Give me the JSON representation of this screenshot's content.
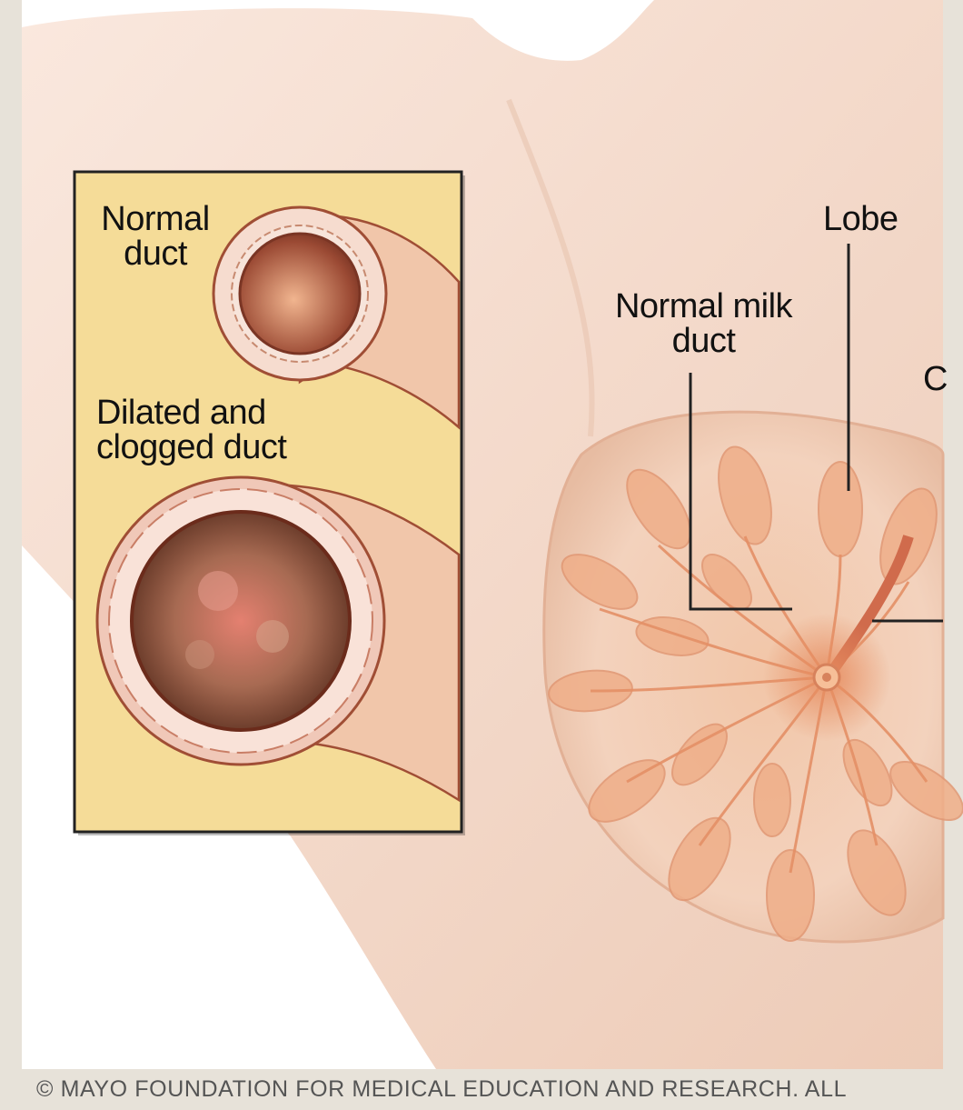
{
  "labels": {
    "normal_duct": "Normal\nduct",
    "dilated_duct": "Dilated and\nclogged duct",
    "lobe": "Lobe",
    "normal_milk_duct": "Normal milk\nduct",
    "cut_off": "C"
  },
  "footer": "© MAYO FOUNDATION FOR MEDICAL EDUCATION AND RESEARCH. ALL",
  "colors": {
    "frame": "#e7e2d9",
    "skin": "#f3dccd",
    "inset_bg": "#f5dc98",
    "duct_wall": "#f1c6aa",
    "gland": "#eba27b"
  }
}
